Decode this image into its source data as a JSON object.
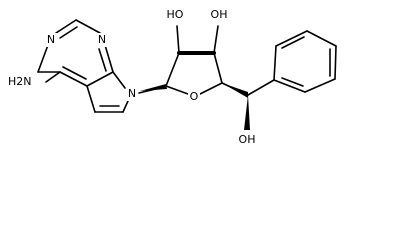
{
  "molecule": {
    "atoms": {
      "n1": "N",
      "n3": "N",
      "n7": "N",
      "nh2": "H2N",
      "oh2": "HO",
      "oh3": "OH",
      "o_ring": "O",
      "oh_benzylic": "OH"
    },
    "colors": {
      "bond": "#000000",
      "background": "#ffffff"
    }
  }
}
